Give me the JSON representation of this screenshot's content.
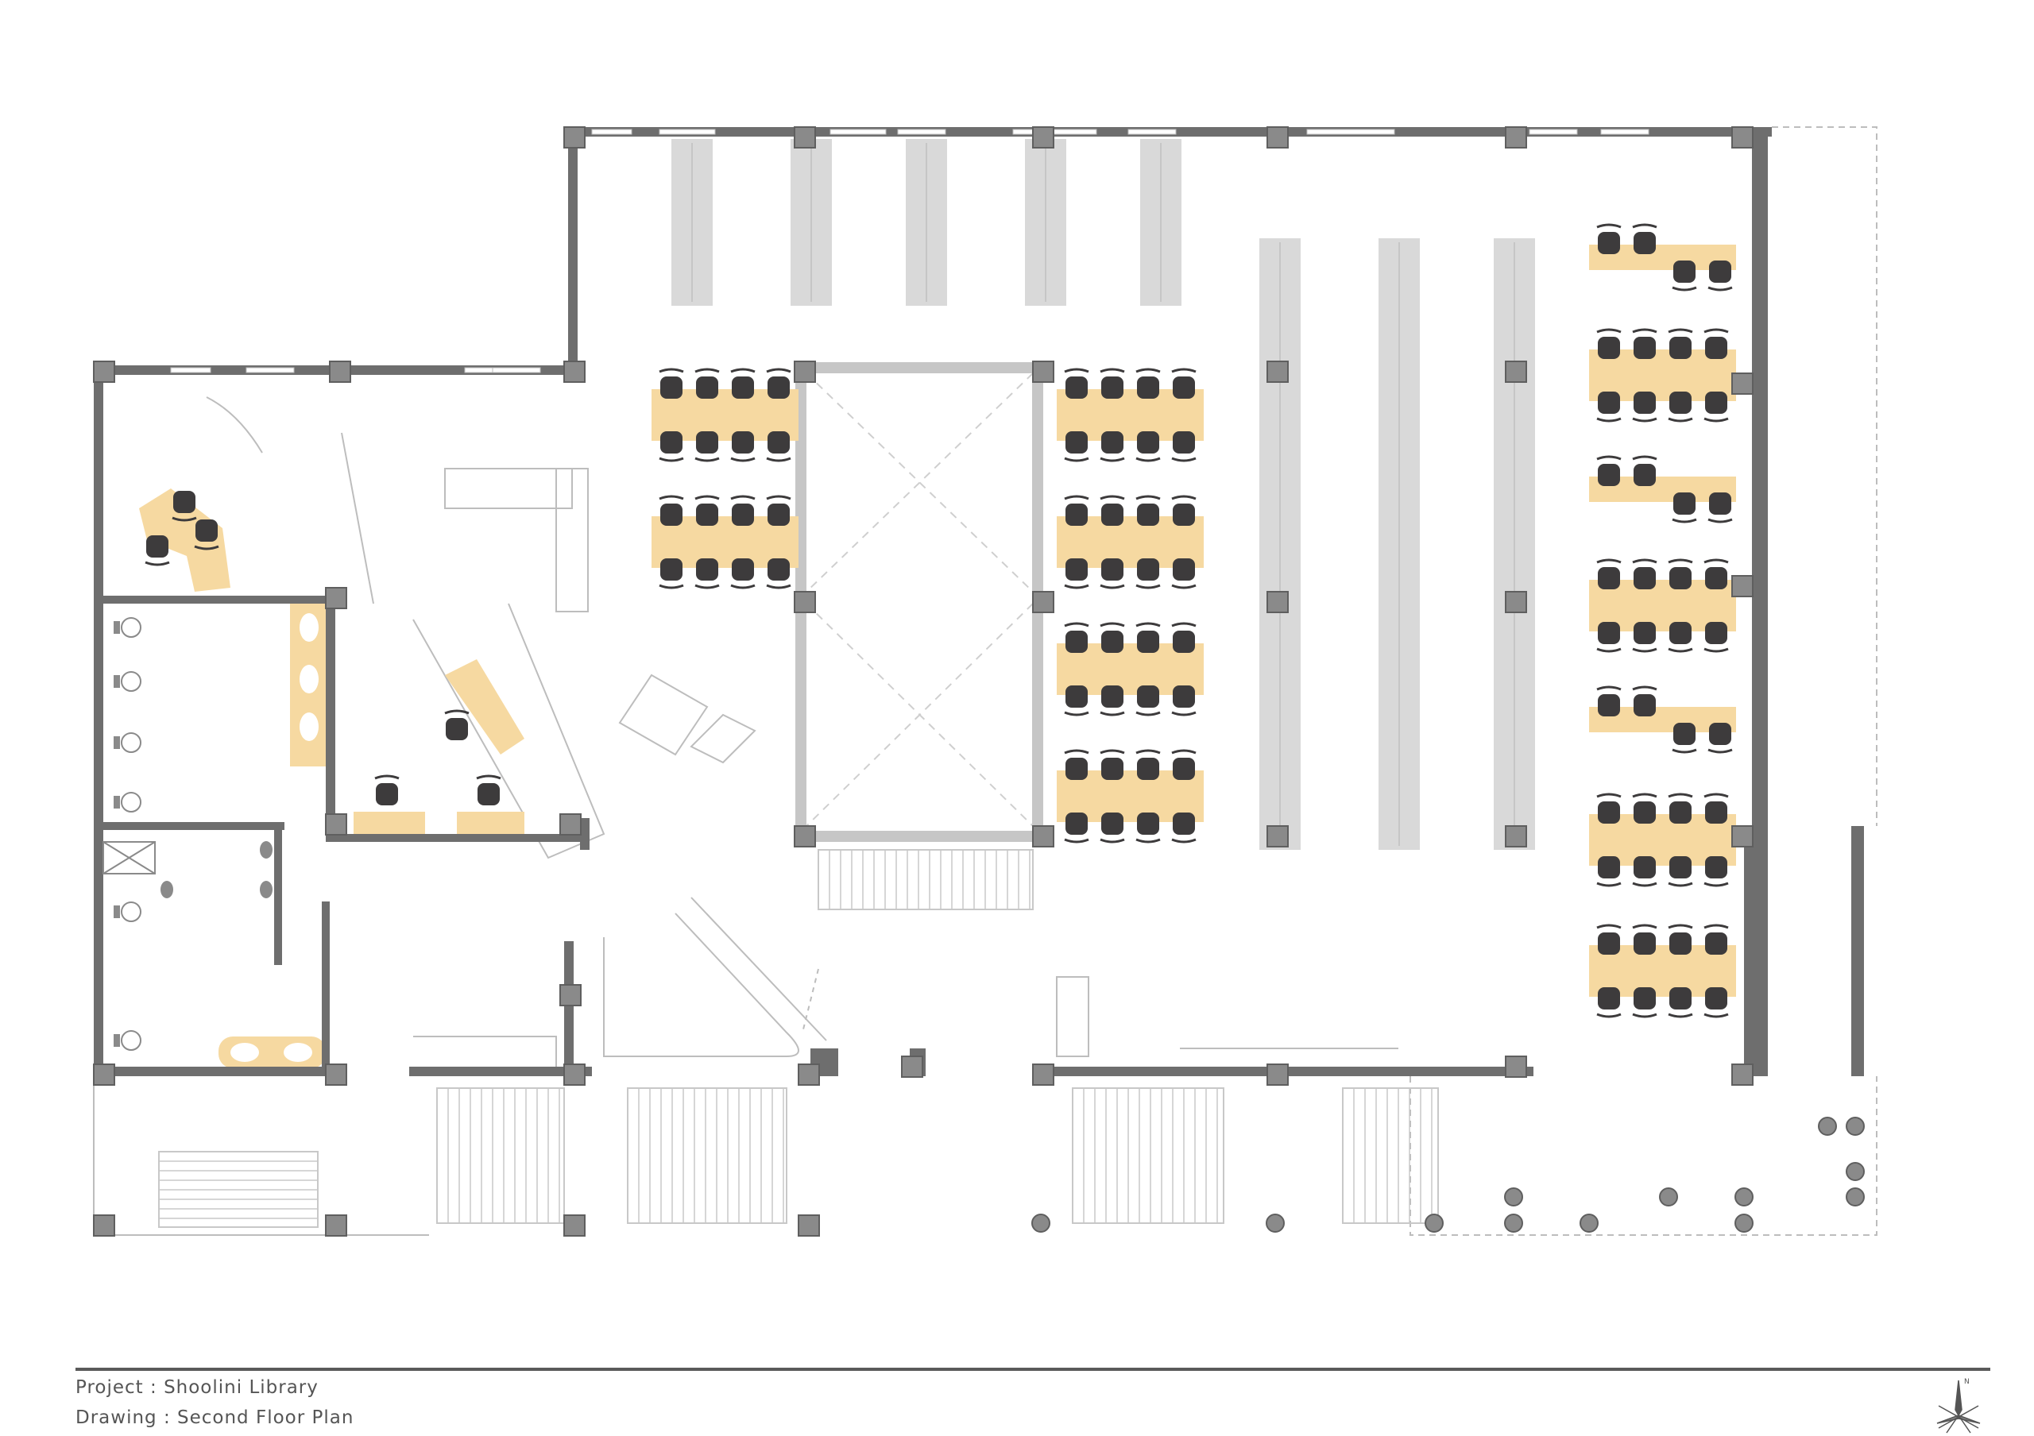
{
  "title_block": {
    "project_line": "Project : Shoolini Library",
    "drawing_line": "Drawing : Second Floor Plan"
  },
  "compass": {
    "north_label": "N",
    "icon": "north-arrow-icon"
  },
  "colors": {
    "wall": "#6e6e6e",
    "column": "#8a8a8a",
    "column_edge": "#5f5f5f",
    "bookshelf": "#d9d9d9",
    "table": "#f6d9a1",
    "chair": "#3d3b3c",
    "line": "#b9b9b9",
    "stair": "#c8c8c8",
    "text": "#555555"
  },
  "furniture_counts": {
    "bookshelves_north": 5,
    "bookshelves_east": 3,
    "reading_tables_west_of_void": 2,
    "reading_tables_east_of_void": 4,
    "reading_tables_east_wall": 7
  }
}
